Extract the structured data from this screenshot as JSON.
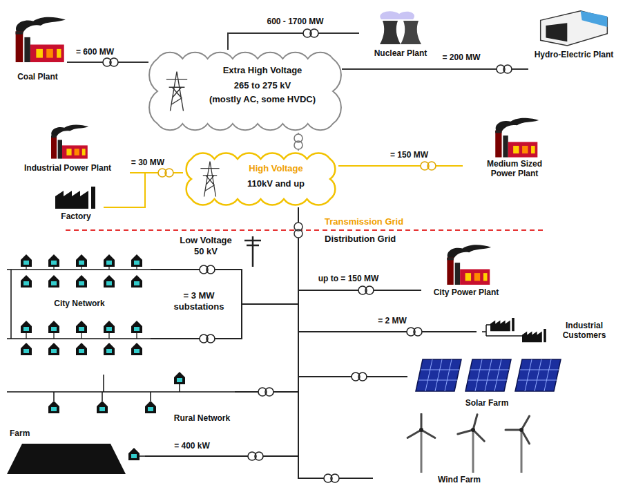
{
  "diagram": {
    "nodes": [
      {
        "text": [
          "Coal Plant"
        ]
      },
      {
        "text": [
          "Nuclear Plant"
        ]
      },
      {
        "text": [
          "Hydro-Electric Plant"
        ]
      },
      {
        "text": [
          "Extra High Voltage",
          "265 to 275 kV",
          "(mostly AC, some HVDC)"
        ]
      },
      {
        "text": [
          "Industrial Power Plant"
        ]
      },
      {
        "text": [
          "Factory"
        ]
      },
      {
        "text": [
          "Medium Sized Power Plant"
        ]
      },
      {
        "text": [
          "High Voltage",
          "110kV and up"
        ]
      },
      {
        "text": [
          "City Network"
        ]
      },
      {
        "text": [
          "City Power Plant"
        ]
      },
      {
        "text": [
          "Industrial Customers"
        ]
      },
      {
        "text": [
          "Solar Farm"
        ]
      },
      {
        "text": [
          "Rural Network"
        ]
      },
      {
        "text": [
          "Farm"
        ]
      },
      {
        "text": [
          "Wind Farm"
        ]
      }
    ],
    "edges": [
      {
        "from": 0,
        "to": 3,
        "arrow": "none",
        "label": "= 600 MW"
      },
      {
        "from": 1,
        "to": 3,
        "arrow": "none",
        "label": "600 - 1700 MW"
      },
      {
        "from": 2,
        "to": 3,
        "arrow": "none",
        "label": "= 200 MW"
      },
      {
        "from": 3,
        "to": 7,
        "arrow": "none"
      },
      {
        "from": 4,
        "to": 7,
        "arrow": "none",
        "label": "= 30 MW"
      },
      {
        "from": 5,
        "to": 7,
        "arrow": "none"
      },
      {
        "from": 6,
        "to": 7,
        "arrow": "none",
        "label": "= 150 MW"
      },
      {
        "from": 7,
        "to": 8,
        "arrow": "none"
      },
      {
        "from": 7,
        "to": 8,
        "arrow": "none"
      },
      {
        "from": 7,
        "to": 9,
        "arrow": "none",
        "label": "up to = 150 MW"
      },
      {
        "from": 7,
        "to": 10,
        "arrow": "none",
        "label": "= 2 MW"
      },
      {
        "from": 7,
        "to": 11,
        "arrow": "none"
      },
      {
        "from": 7,
        "to": 12,
        "arrow": "none"
      },
      {
        "from": 7,
        "to": 13,
        "arrow": "none",
        "label": "= 400 kW"
      },
      {
        "from": 7,
        "to": 14,
        "arrow": "none"
      }
    ],
    "labels": [
      "Transmission Grid",
      "Distribution Grid",
      "Low Voltage 50 kV",
      "= 3 MW substations"
    ]
  }
}
